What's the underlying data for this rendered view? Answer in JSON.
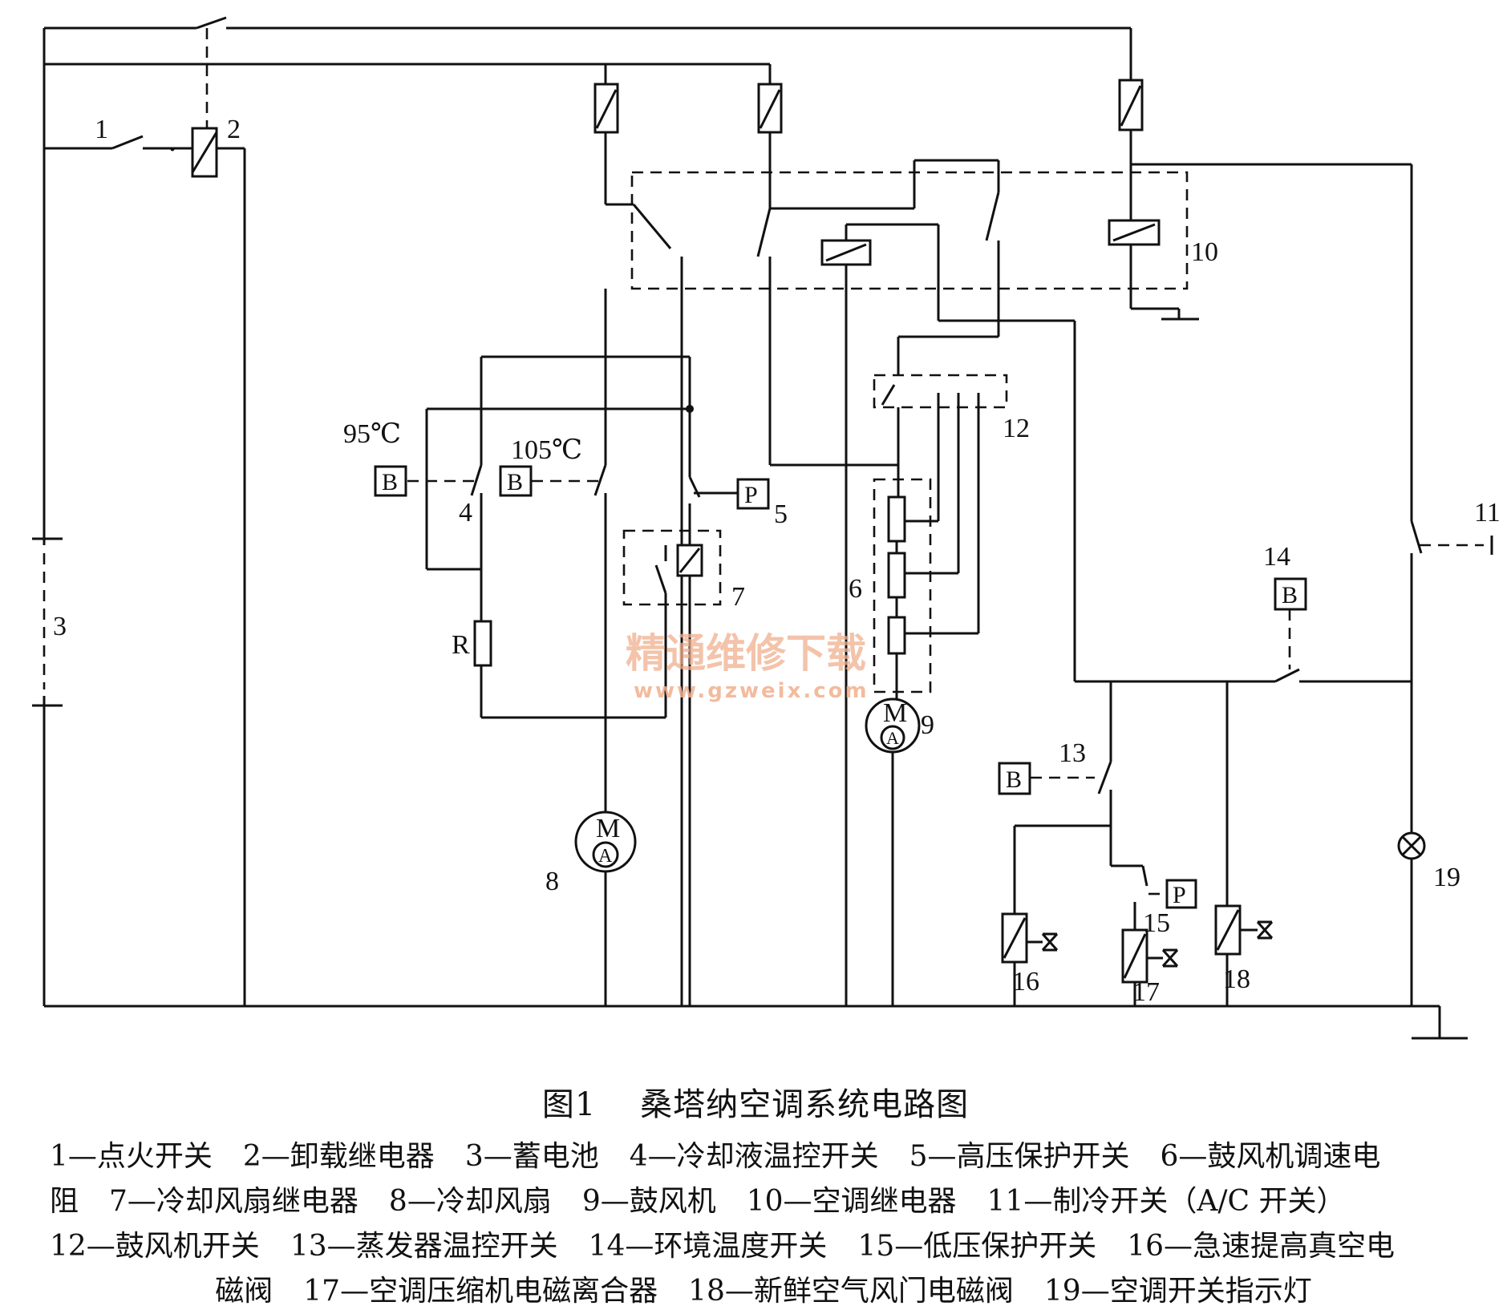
{
  "figure": {
    "number": "图1",
    "title": "桑塔纳空调系统电路图"
  },
  "labels": {
    "c1": "1",
    "c2": "2",
    "c3": "3",
    "c4": "4",
    "c5": "5",
    "c6": "6",
    "c7": "7",
    "c8": "8",
    "c9": "9",
    "c10": "10",
    "c11": "11",
    "c12": "12",
    "c13": "13",
    "c14": "14",
    "c15": "15",
    "c16": "16",
    "c17": "17",
    "c18": "18",
    "c19": "19",
    "t95": "95℃",
    "t105": "105℃",
    "r": "R",
    "b": "B",
    "p": "P",
    "m": "M",
    "a": "A"
  },
  "watermark": {
    "text": "精通维修下载",
    "url": "www.gzweix.com"
  },
  "legend": [
    [
      "1—点火开关",
      "2—卸载继电器",
      "3—蓄电池",
      "4—冷却液温控开关",
      "5—高压保护开关",
      "6—鼓风机调速电"
    ],
    [
      "阻",
      "7—冷却风扇继电器",
      "8—冷却风扇",
      "9—鼓风机",
      "10—空调继电器",
      "11—制冷开关（A/C 开关）"
    ],
    [
      "12—鼓风机开关",
      "13—蒸发器温控开关",
      "14—环境温度开关",
      "15—低压保护开关",
      "16—急速提高真空电"
    ],
    [
      "磁阀",
      "17—空调压缩机电磁离合器",
      "18—新鲜空气风门电磁阀",
      "19—空调开关指示灯"
    ]
  ]
}
